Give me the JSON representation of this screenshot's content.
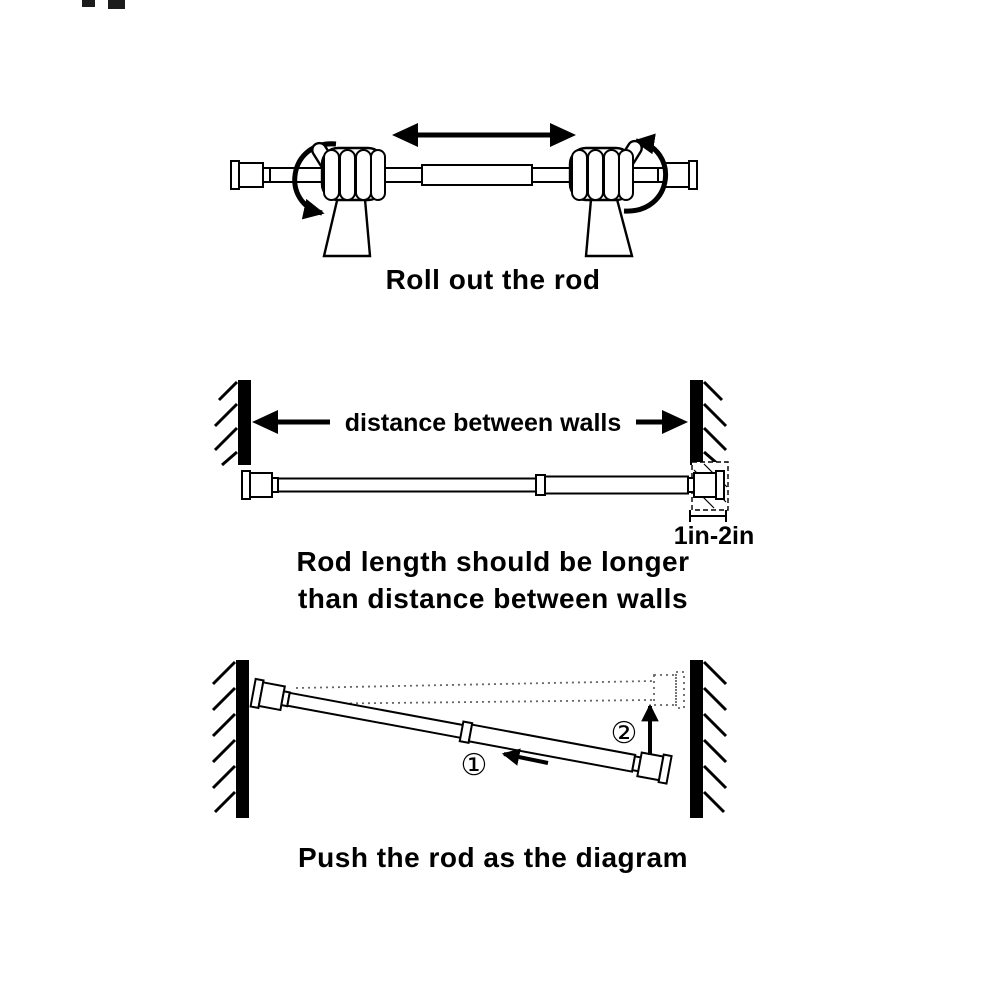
{
  "colors": {
    "ink": "#000000",
    "background": "#ffffff"
  },
  "panel_roll": {
    "caption": "Roll out the rod"
  },
  "panel_length": {
    "distance_label": "distance between walls",
    "overlap_label": "1in-2in",
    "caption_line1": "Rod length should be longer",
    "caption_line2": "than distance between walls"
  },
  "panel_push": {
    "step1": "①",
    "step2": "②",
    "caption": "Push the rod as the diagram"
  }
}
